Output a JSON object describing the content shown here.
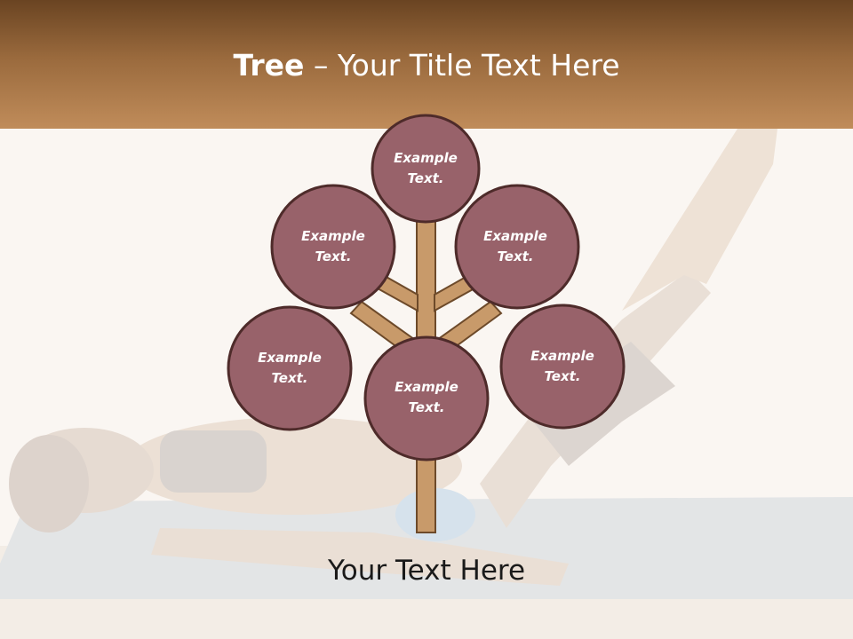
{
  "header": {
    "title_bold": "Tree",
    "title_rest": " – Your Title Text Here",
    "gradient_top": "#6a4422",
    "gradient_bottom": "#c08c5a"
  },
  "tree": {
    "circle_fill": "#98626a",
    "circle_stroke": "#4e2b2a",
    "trunk_fill": "#c89a6a",
    "trunk_stroke": "#6d4a2a",
    "nodes": [
      {
        "id": "top",
        "line1": "Example",
        "line2": "Text."
      },
      {
        "id": "upper-left",
        "line1": "Example",
        "line2": "Text."
      },
      {
        "id": "upper-right",
        "line1": "Example",
        "line2": "Text."
      },
      {
        "id": "lower-left",
        "line1": "Example",
        "line2": "Text."
      },
      {
        "id": "lower-right",
        "line1": "Example",
        "line2": "Text."
      },
      {
        "id": "center",
        "line1": "Example",
        "line2": "Text."
      }
    ]
  },
  "footer": {
    "text": "Your Text Here"
  }
}
